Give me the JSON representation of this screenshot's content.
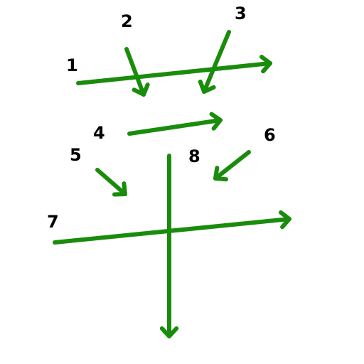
{
  "colors": {
    "stroke": "#1a8c0c",
    "number": "#000000",
    "background": "#ffffff"
  },
  "strokes": [
    {
      "number": "1",
      "kind": "horizontal-stroke-arrow"
    },
    {
      "number": "2",
      "kind": "dot-stroke-arrow"
    },
    {
      "number": "3",
      "kind": "dot-stroke-arrow"
    },
    {
      "number": "4",
      "kind": "horizontal-stroke-arrow"
    },
    {
      "number": "5",
      "kind": "dot-stroke-arrow"
    },
    {
      "number": "6",
      "kind": "dot-stroke-arrow"
    },
    {
      "number": "7",
      "kind": "horizontal-stroke-arrow"
    },
    {
      "number": "8",
      "kind": "vertical-stroke-arrow"
    }
  ]
}
